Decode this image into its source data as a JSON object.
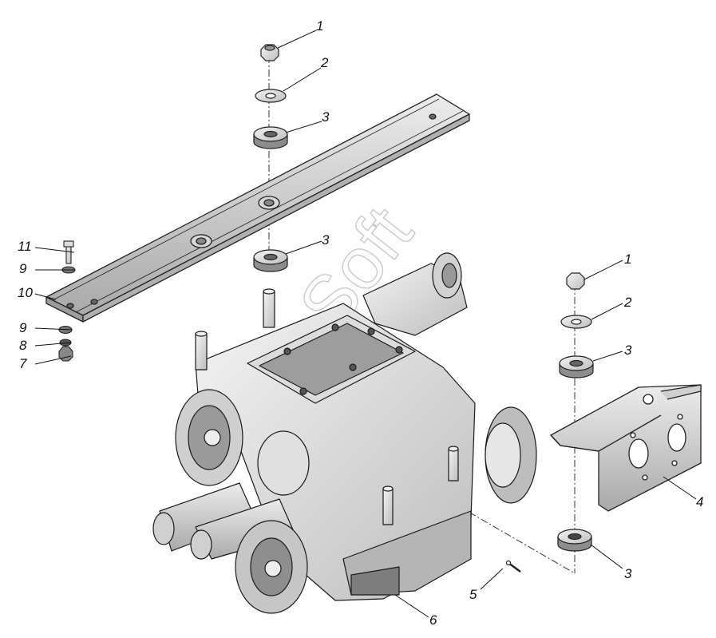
{
  "watermark": {
    "text": "Soft"
  },
  "callouts": [
    {
      "id": "c1-top",
      "label": "1"
    },
    {
      "id": "c2-top",
      "label": "2"
    },
    {
      "id": "c3-top",
      "label": "3"
    },
    {
      "id": "c3-mid",
      "label": "3"
    },
    {
      "id": "c11",
      "label": "11"
    },
    {
      "id": "c9-a",
      "label": "9"
    },
    {
      "id": "c10",
      "label": "10"
    },
    {
      "id": "c9-b",
      "label": "9"
    },
    {
      "id": "c8",
      "label": "8"
    },
    {
      "id": "c7",
      "label": "7"
    },
    {
      "id": "c1-right",
      "label": "1"
    },
    {
      "id": "c2-right",
      "label": "2"
    },
    {
      "id": "c3-right",
      "label": "3"
    },
    {
      "id": "c4",
      "label": "4"
    },
    {
      "id": "c3-bottom",
      "label": "3"
    },
    {
      "id": "c5",
      "label": "5"
    },
    {
      "id": "c6",
      "label": "6"
    }
  ]
}
